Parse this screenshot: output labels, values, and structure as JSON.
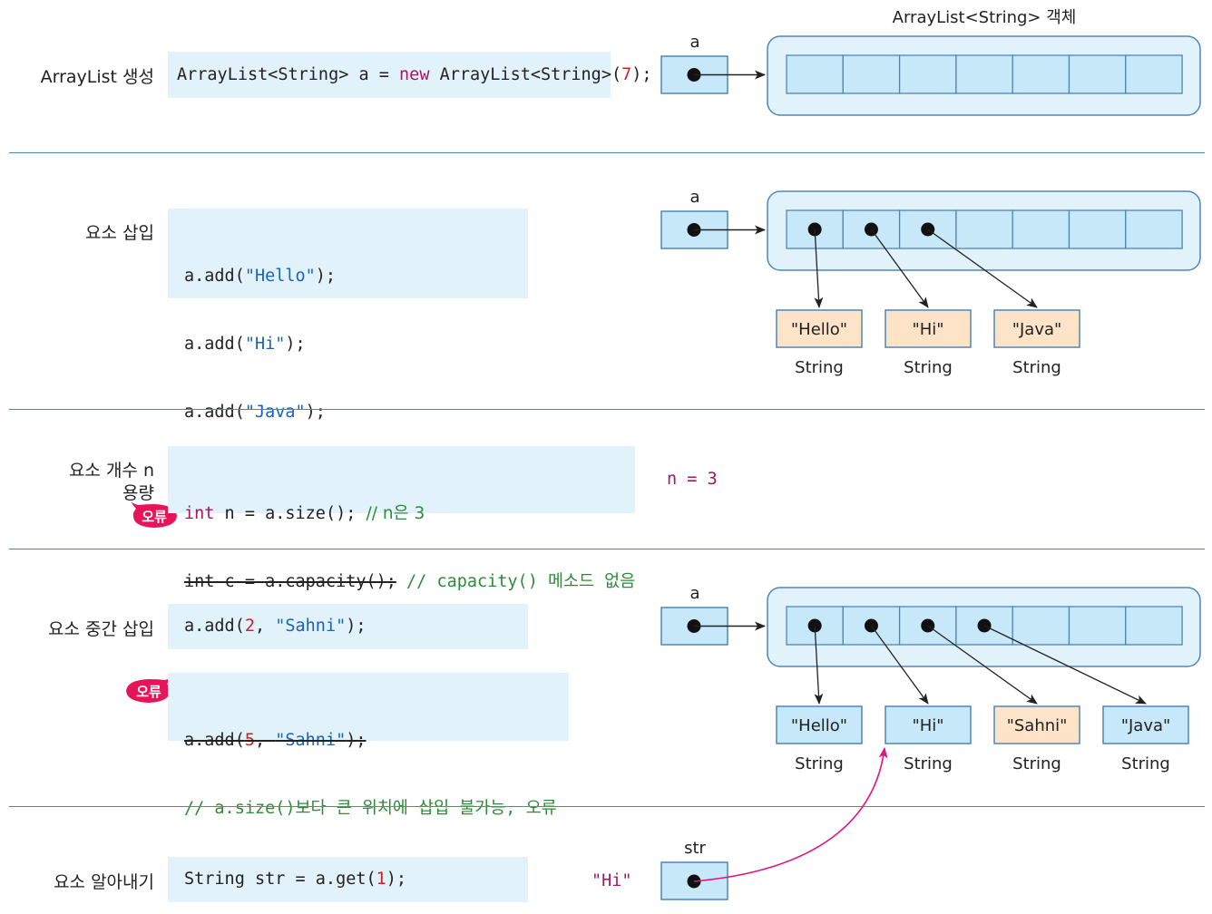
{
  "sections": {
    "create": {
      "label": "ArrayList 생성",
      "code": {
        "t1": "ArrayList<String> a = ",
        "kw": "new",
        "t2": " ArrayList<String>(",
        "num": "7",
        "t3": ");"
      }
    },
    "insert": {
      "label": "요소 삽입",
      "lines": [
        {
          "pre": "a.add(",
          "str": "\"Hello\"",
          "post": ");"
        },
        {
          "pre": "a.add(",
          "str": "\"Hi\"",
          "post": ");"
        },
        {
          "pre": "a.add(",
          "str": "\"Java\"",
          "post": ");"
        }
      ]
    },
    "count": {
      "label1": "요소 개수 n",
      "label2": "용량",
      "error_badge": "오류",
      "line1": {
        "kw": "int",
        "code": " n = a.size(); ",
        "comment": "// n은 3"
      },
      "line2": {
        "struck": "int c = a.capacity();",
        "comment": " // capacity() 메소드 없음"
      },
      "result": "n = 3"
    },
    "middle": {
      "label": "요소 중간 삽입",
      "line": {
        "pre": "a.add(",
        "num": "2",
        "mid": ", ",
        "str": "\"Sahni\"",
        "post": ");"
      },
      "error_badge": "오류",
      "err_line": {
        "pre": "a.add(",
        "num": "5",
        "mid": ", ",
        "str": "\"Sahni\"",
        "post": ");"
      },
      "err_comment": "// a.size()보다 큰 위치에 삽입 불가능, 오류"
    },
    "get": {
      "label": "요소 알아내기",
      "line": {
        "pre": "String str = a.get(",
        "num": "1",
        "post": ");"
      },
      "result": "\"Hi\""
    }
  },
  "diagram": {
    "object_title": "ArrayList<String> 객체",
    "ref_a": "a",
    "ref_str": "str",
    "capacity_slots": 7,
    "row1_strings": [
      "\"Hello\"",
      "\"Hi\"",
      "\"Java\""
    ],
    "row2_strings": [
      "\"Hello\"",
      "\"Hi\"",
      "\"Sahni\"",
      "\"Java\""
    ],
    "type_label": "String"
  },
  "colors": {
    "code_bg": "#e1f2fb",
    "slot_fill": "#c6e8f8",
    "container_fill": "#e1f2fb",
    "border": "#4f86b8",
    "string_box": "#fde3c7",
    "new_string_box": "#fde3c7",
    "keyword": "#a11a5e",
    "number": "#d0202a",
    "string_literal": "#1d63b3",
    "comment": "#2e8b3a",
    "error_badge": "#e6155a",
    "get_arrow": "#e0157f"
  }
}
